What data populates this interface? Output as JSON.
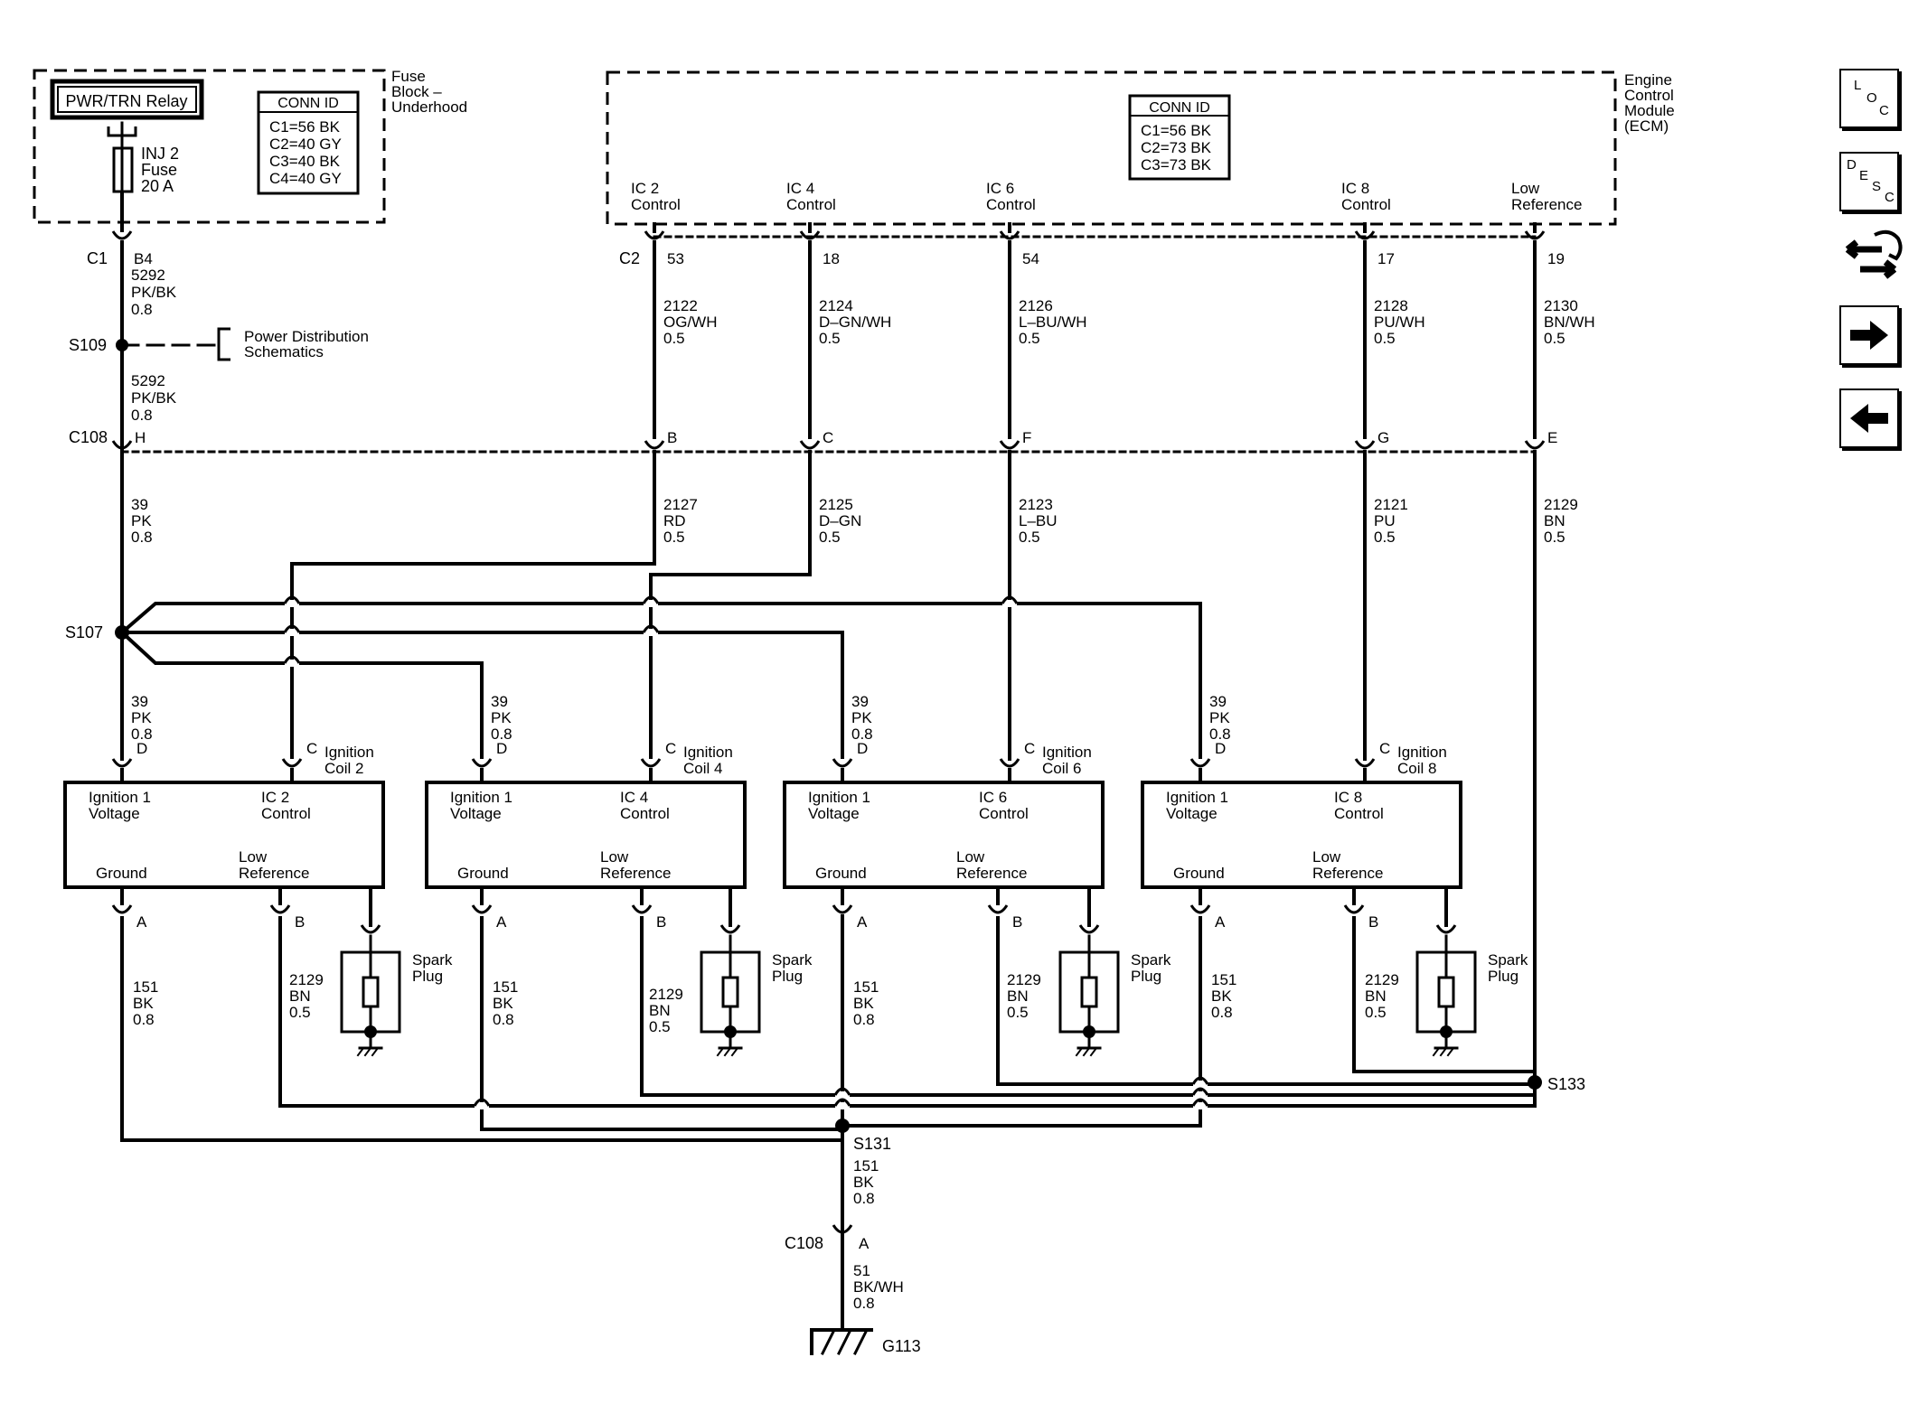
{
  "fuse_block": {
    "title": "Fuse\nBlock –\nUnderhood",
    "relay": "PWR/TRN Relay",
    "fuse": "INJ 2\nFuse\n20 A",
    "conn_title": "CONN ID",
    "conn": [
      "C1=56 BK",
      "C2=40 GY",
      "C3=40 BK",
      "C4=40 GY"
    ]
  },
  "ecm": {
    "title": "Engine\nControl\nModule\n(ECM)",
    "conn_title": "CONN ID",
    "conn": [
      "C1=56 BK",
      "C2=73 BK",
      "C3=73 BK"
    ],
    "connector": "C2",
    "pins": [
      {
        "label": "IC 2\nControl",
        "pin": "53",
        "wire": "2122\nOG/WH\n0.5"
      },
      {
        "label": "IC 4\nControl",
        "pin": "18",
        "wire": "2124\nD–GN/WH\n0.5"
      },
      {
        "label": "IC 6\nControl",
        "pin": "54",
        "wire": "2126\nL–BU/WH\n0.5"
      },
      {
        "label": "IC 8\nControl",
        "pin": "17",
        "wire": "2128\nPU/WH\n0.5"
      },
      {
        "label": "Low\nReference",
        "pin": "19",
        "wire": "2130\nBN/WH\n0.5"
      }
    ]
  },
  "supply": {
    "c1": "C1",
    "c1_pin": "B4",
    "wire_a": "5292\nPK/BK\n0.8",
    "s109": "S109",
    "power_dist": "Power Distribution\nSchematics",
    "wire_b": "5292\nPK/BK\n0.8",
    "wire_c": "39\nPK\n0.8",
    "s107": "S107"
  },
  "c108": {
    "label": "C108",
    "pins": [
      "H",
      "B",
      "C",
      "F",
      "G",
      "E"
    ],
    "wires": [
      "2127\nRD\n0.5",
      "2125\nD–GN\n0.5",
      "2123\nL–BU\n0.5",
      "2121\nPU\n0.5",
      "2129\nBN\n0.5"
    ]
  },
  "coils": [
    {
      "name": "Ignition\nCoil 2",
      "ic": "IC 2\nControl",
      "pwr_wire": "39\nPK\n0.8",
      "gnd_wire": "151\nBK\n0.8",
      "ref_wire": "2129\nBN\n0.5"
    },
    {
      "name": "Ignition\nCoil 4",
      "ic": "IC 4\nControl",
      "pwr_wire": "39\nPK\n0.8",
      "gnd_wire": "151\nBK\n0.8",
      "ref_wire": "2129\nBN\n0.5"
    },
    {
      "name": "Ignition\nCoil 6",
      "ic": "IC 6\nControl",
      "pwr_wire": "39\nPK\n0.8",
      "gnd_wire": "151\nBK\n0.8",
      "ref_wire": "2129\nBN\n0.5"
    },
    {
      "name": "Ignition\nCoil 8",
      "ic": "IC 8\nControl",
      "pwr_wire": "39\nPK\n0.8",
      "gnd_wire": "151\nBK\n0.8",
      "ref_wire": "2129\nBN\n0.5"
    }
  ],
  "coil_text": {
    "ign": "Ignition 1\nVoltage",
    "ground": "Ground",
    "lowref": "Low\nReference",
    "spark": "Spark\nPlug",
    "pin_d": "D",
    "pin_c": "C",
    "pin_a": "A",
    "pin_b": "B"
  },
  "ground": {
    "s131": "S131",
    "s133": "S133",
    "wire_a": "151\nBK\n0.8",
    "c108": "C108",
    "c108_pin": "A",
    "wire_b": "51\nBK/WH\n0.8",
    "g113": "G113"
  },
  "nav": {
    "loc": [
      "L",
      "O",
      "C"
    ],
    "desc": [
      "D",
      "E",
      "S",
      "C"
    ]
  }
}
